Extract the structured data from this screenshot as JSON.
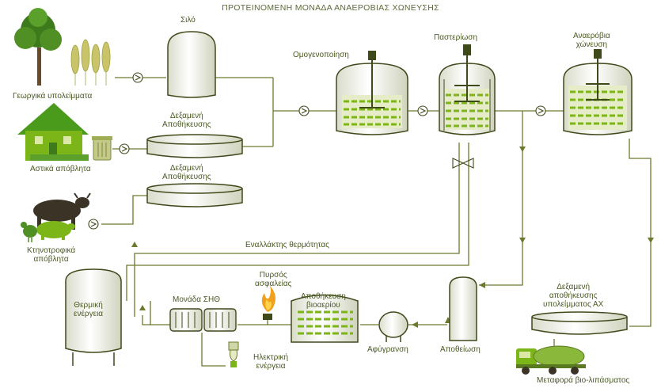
{
  "title": "ΠΡΟΤΕΙΝΟΜΕΝΗ ΜΟΝΑΔΑ ΑΝΑΕΡΟΒΙΑΣ ΧΩΝΕΥΣΗΣ",
  "labels": {
    "agri": "Γεωργικά υπολείμματα",
    "silo": "Σιλό",
    "tank1_l1": "Δεξαμενή",
    "tank1_l2": "Αποθήκευσης",
    "urban": "Αστικά απόβλητα",
    "tank2_l1": "Δεξαμενή",
    "tank2_l2": "Αποθήκευσης",
    "livestock_l1": "Κτηνοτροφικά",
    "livestock_l2": "απόβλητα",
    "homogenization": "Ομογενοποίηση",
    "pasteurization": "Παστερίωση",
    "digestion_l1": "Αναερόβια",
    "digestion_l2": "χώνευση",
    "heat_exchanger": "Εναλλάκτης θερμότητας",
    "thermal_l1": "Θερμική",
    "thermal_l2": "ενέργεια",
    "chp": "Μονάδα ΣΗΘ",
    "flare_l1": "Πυρσός",
    "flare_l2": "ασφαλείας",
    "biogas_l1": "Αποθήκευση",
    "biogas_l2": "βιοαερίου",
    "dehydration": "Αφύγρανση",
    "desulfurization": "Αποθείωση",
    "electric_l1": "Ηλεκτρική",
    "electric_l2": "ενέργεια",
    "residue_l1": "Δεξαμενή",
    "residue_l2": "αποθήκευσης",
    "residue_l3": "υπολείμματος ΑΧ",
    "transport": "Μεταφορά βιο-λιπάσματος"
  },
  "colors": {
    "pipe": "#6b7a2e",
    "tank_stroke": "#3f4a1a",
    "tank_fill": "#eef0e2",
    "green": "#7cb518",
    "text": "#4a5a22"
  }
}
